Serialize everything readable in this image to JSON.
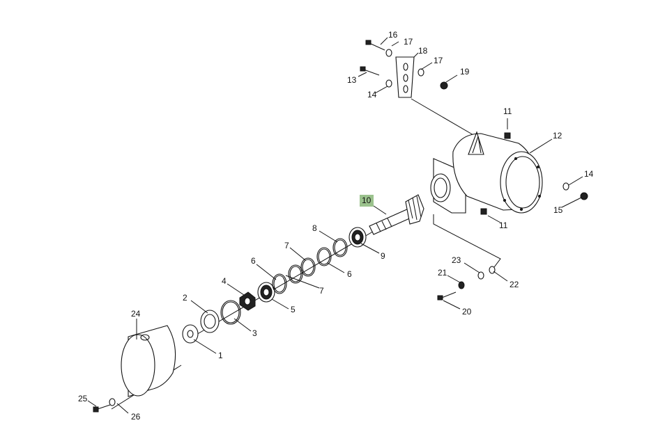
{
  "callouts": {
    "c1": "1",
    "c2": "2",
    "c3": "3",
    "c4": "4",
    "c5": "5",
    "c6a": "6",
    "c6b": "6",
    "c7a": "7",
    "c7b": "7",
    "c8": "8",
    "c9": "9",
    "c10": "10",
    "c11a": "11",
    "c11b": "11",
    "c12": "12",
    "c13": "13",
    "c14a": "14",
    "c14b": "14",
    "c15": "15",
    "c16": "16",
    "c17a": "17",
    "c17b": "17",
    "c18": "18",
    "c19": "19",
    "c20": "20",
    "c21": "21",
    "c22": "22",
    "c23": "23",
    "c24": "24",
    "c25": "25",
    "c26": "26"
  },
  "highlight_color": "#9bc28d",
  "highlighted_callout": "10"
}
